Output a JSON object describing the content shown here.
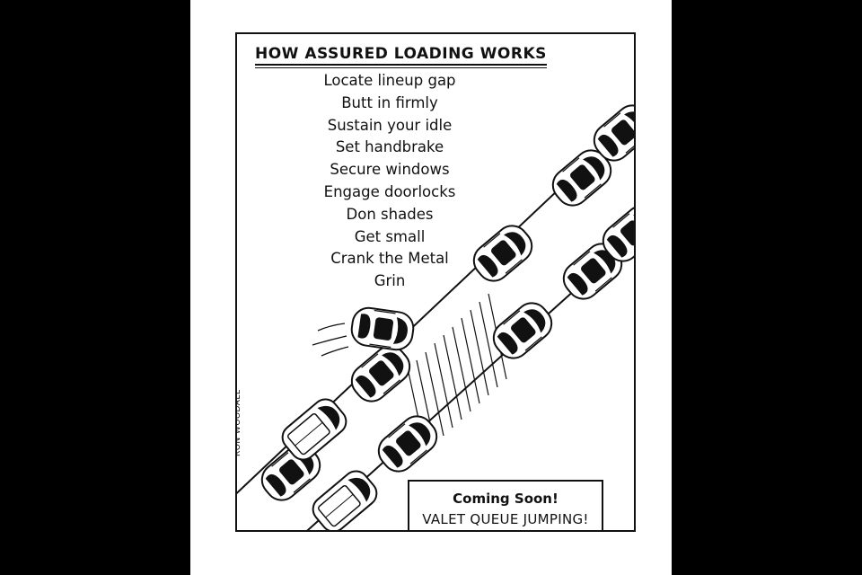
{
  "comic": {
    "title": "HOW ASSURED LOADING WORKS",
    "steps": [
      "Locate lineup gap",
      "Butt in firmly",
      "Sustain your idle",
      "Set handbrake",
      "Secure windows",
      "Engage doorlocks",
      "Don shades",
      "Get small",
      "Crank the Metal",
      "Grin"
    ],
    "signature": "RON WOODALL",
    "sign": {
      "line1": "Coming Soon!",
      "line2": "VALET QUEUE JUMPING!"
    }
  }
}
